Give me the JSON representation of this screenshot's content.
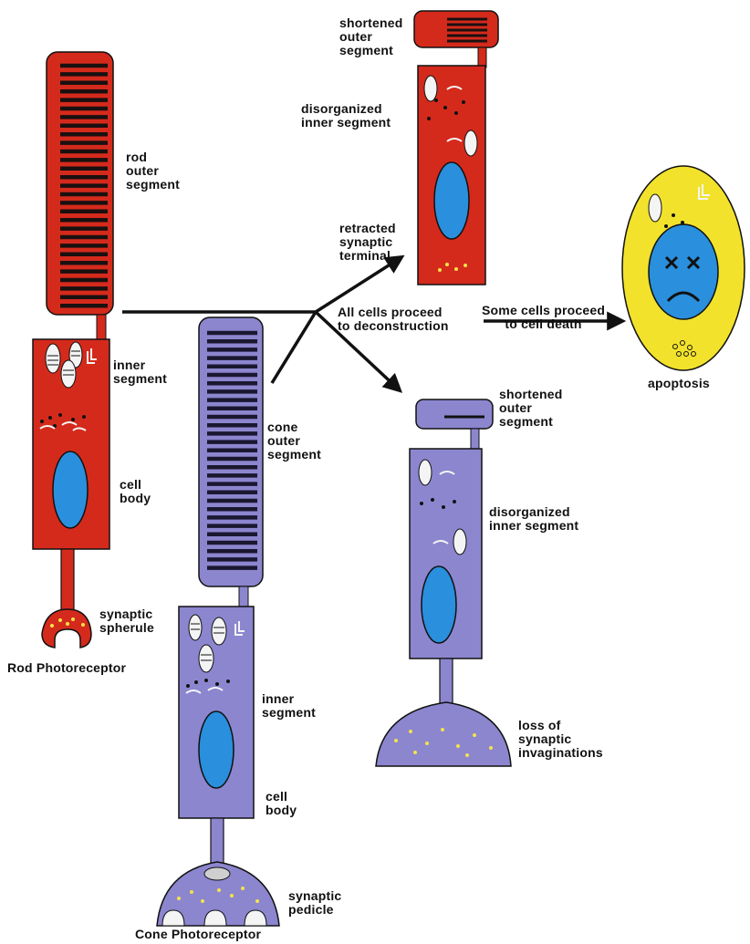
{
  "colors": {
    "rod": "#d42a1c",
    "cone": "#8c86cf",
    "nucleus": "#2a8fdc",
    "apoptotic_cell": "#f2e22c",
    "outline": "#111111",
    "disc": "#1a1010"
  },
  "labels": {
    "rod_outer_segment": "rod\nouter\nsegment",
    "rod_inner_segment": "inner\nsegment",
    "rod_cell_body": "cell\nbody",
    "rod_synaptic_spherule": "synaptic\nspherule",
    "rod_title": "Rod Photoreceptor",
    "cone_outer_segment": "cone\nouter\nsegment",
    "cone_inner_segment": "inner\nsegment",
    "cone_cell_body": "cell\nbody",
    "cone_synaptic_pedicle": "synaptic\npedicle",
    "cone_title": "Cone Photoreceptor",
    "rod_deg_shortened_outer": "shortened\nouter\nsegment",
    "rod_deg_disorganized_inner": "disorganized\ninner segment",
    "rod_deg_retracted_terminal": "retracted\nsynaptic\nterminal",
    "deconstruction": "All cells proceed\nto deconstruction",
    "cell_death": "Some cells proceed\nto cell death",
    "apoptosis": "apoptosis",
    "cone_deg_shortened_outer": "shortened\nouter\nsegment",
    "cone_deg_disorganized_inner": "disorganized\ninner segment",
    "cone_deg_loss_invaginations": "loss of\nsynaptic\ninvaginations"
  }
}
